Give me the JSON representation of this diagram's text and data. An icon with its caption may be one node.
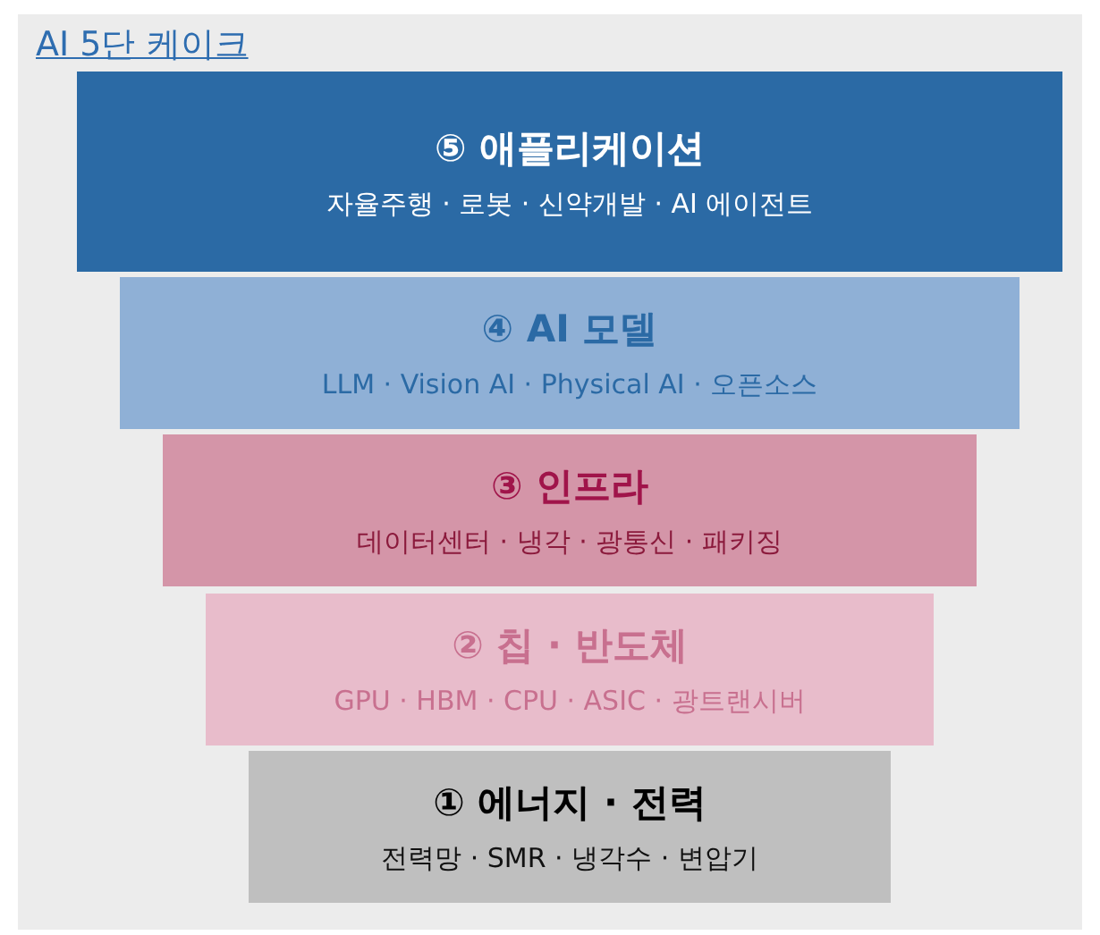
{
  "diagram": {
    "title": "AI 5단 케이크",
    "nodes": [
      {
        "text": [
          "⑤ 애플리케이션",
          "자율주행 · 로봇 · 신약개발 · AI 에이전트"
        ]
      },
      {
        "text": [
          "④ AI 모델",
          "LLM · Vision AI · Physical AI · 오픈소스"
        ]
      },
      {
        "text": [
          "③ 인프라",
          "데이터센터 · 냉각 · 광통신 · 패키징"
        ]
      },
      {
        "text": [
          "② 칩 · 반도체",
          "GPU · HBM · CPU · ASIC · 광트랜시버"
        ]
      },
      {
        "text": [
          "① 에너지 · 전력",
          "전력망 · SMR · 냉각수 · 변압기"
        ]
      }
    ],
    "edges": []
  }
}
